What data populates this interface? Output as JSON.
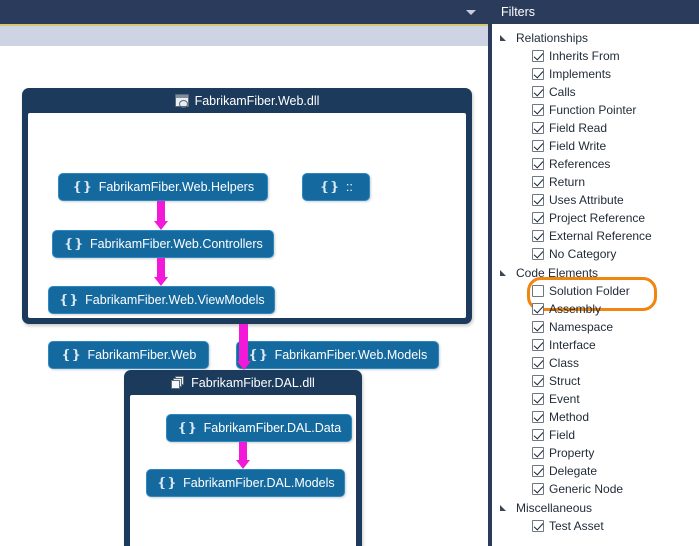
{
  "toolbar": {
    "overflow_icon": "chevron-down-icon"
  },
  "diagram": {
    "containers": [
      {
        "id": "web-dll",
        "title": "FabrikamFiber.Web.dll",
        "icon": "web-page-assembly-icon",
        "nodes": [
          {
            "id": "web-helpers",
            "label": "FabrikamFiber.Web.Helpers",
            "icon": "namespace-icon"
          },
          {
            "id": "global-ns",
            "label": "::",
            "icon": "namespace-icon"
          },
          {
            "id": "web-controllers",
            "label": "FabrikamFiber.Web.Controllers",
            "icon": "namespace-icon"
          },
          {
            "id": "web-viewmodels",
            "label": "FabrikamFiber.Web.ViewModels",
            "icon": "namespace-icon"
          },
          {
            "id": "web",
            "label": "FabrikamFiber.Web",
            "icon": "namespace-icon"
          },
          {
            "id": "web-models",
            "label": "FabrikamFiber.Web.Models",
            "icon": "namespace-icon"
          }
        ]
      },
      {
        "id": "dal-dll",
        "title": "FabrikamFiber.DAL.dll",
        "icon": "assembly-stack-icon",
        "nodes": [
          {
            "id": "dal-data",
            "label": "FabrikamFiber.DAL.Data",
            "icon": "namespace-icon"
          },
          {
            "id": "dal-models",
            "label": "FabrikamFiber.DAL.Models",
            "icon": "namespace-icon"
          }
        ]
      }
    ],
    "edges": [
      {
        "id": "edge-helpers-controllers",
        "from": "web-helpers",
        "to": "web-controllers"
      },
      {
        "id": "edge-controllers-vm",
        "from": "web-controllers",
        "to": "web-viewmodels"
      },
      {
        "id": "edge-webdll-daldll",
        "from": "web-dll",
        "to": "dal-dll"
      },
      {
        "id": "edge-data-models",
        "from": "dal-data",
        "to": "dal-models"
      }
    ],
    "colors": {
      "container_fill": "#1b3a5c",
      "node_fill": "#14699f",
      "edge": "#f21ad8",
      "toolbar": "#2b3b5c",
      "toolbar_accent": "#d8c670",
      "tab_strip": "#ced4e4"
    }
  },
  "filters": {
    "title": "Filters",
    "highlight_color": "#f0850f",
    "groups": [
      {
        "label": "Relationships",
        "expanded": true,
        "items": [
          {
            "label": "Inherits From",
            "checked": true
          },
          {
            "label": "Implements",
            "checked": true
          },
          {
            "label": "Calls",
            "checked": true
          },
          {
            "label": "Function Pointer",
            "checked": true
          },
          {
            "label": "Field Read",
            "checked": true
          },
          {
            "label": "Field Write",
            "checked": true
          },
          {
            "label": "References",
            "checked": true
          },
          {
            "label": "Return",
            "checked": true
          },
          {
            "label": "Uses Attribute",
            "checked": true
          },
          {
            "label": "Project Reference",
            "checked": true
          },
          {
            "label": "External Reference",
            "checked": true
          },
          {
            "label": "No Category",
            "checked": true
          }
        ]
      },
      {
        "label": "Code Elements",
        "expanded": true,
        "items": [
          {
            "label": "Solution Folder",
            "checked": false,
            "highlighted": true
          },
          {
            "label": "Assembly",
            "checked": true
          },
          {
            "label": "Namespace",
            "checked": true
          },
          {
            "label": "Interface",
            "checked": true
          },
          {
            "label": "Class",
            "checked": true
          },
          {
            "label": "Struct",
            "checked": true
          },
          {
            "label": "Event",
            "checked": true
          },
          {
            "label": "Method",
            "checked": true
          },
          {
            "label": "Field",
            "checked": true
          },
          {
            "label": "Property",
            "checked": true
          },
          {
            "label": "Delegate",
            "checked": true
          },
          {
            "label": "Generic Node",
            "checked": true
          }
        ]
      },
      {
        "label": "Miscellaneous",
        "expanded": true,
        "items": [
          {
            "label": "Test Asset",
            "checked": true
          }
        ]
      }
    ]
  }
}
